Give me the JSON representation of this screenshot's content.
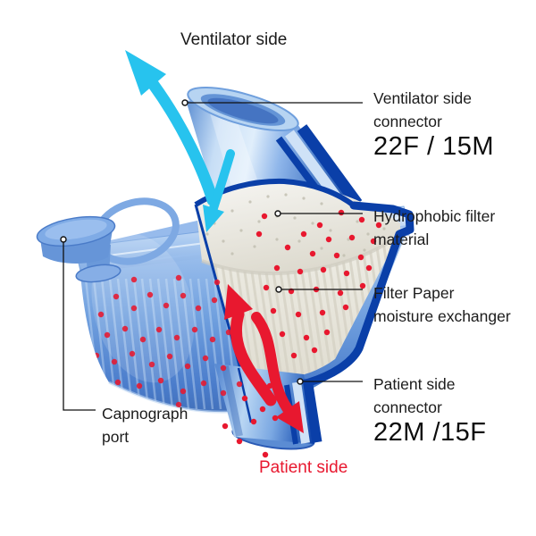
{
  "diagram": {
    "flow_labels": {
      "ventilator_side": "Ventilator side",
      "patient_side": "Patient side"
    },
    "callouts": {
      "ventilator_connector": {
        "line1": "Ventilator side",
        "line2": "connector",
        "size": "22F / 15M"
      },
      "hydrophobic_filter": {
        "line1": "Hydrophobic filter",
        "line2": "material"
      },
      "filter_paper": {
        "line1": "Filter Paper",
        "line2": "moisture exchanger"
      },
      "patient_connector": {
        "line1": "Patient side",
        "line2": "connector",
        "size": "22M /15F"
      },
      "capnograph_port": {
        "line1": "Capnograph",
        "line2": "port"
      }
    },
    "colors": {
      "ventilator_flow": "#27c3ee",
      "patient_flow": "#e8182f",
      "shell_navy": "#0a3fa8",
      "shell_blue": "#7fa9e2",
      "label_text": "#1a1a1a"
    }
  }
}
